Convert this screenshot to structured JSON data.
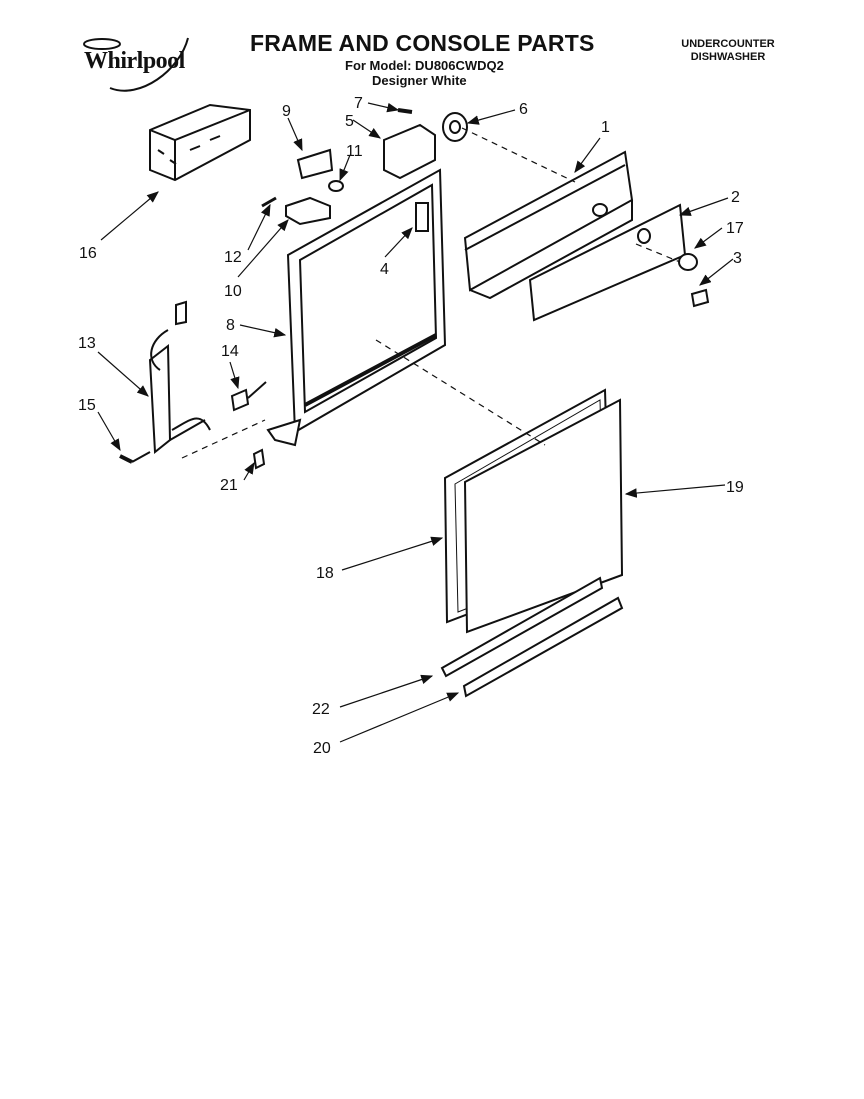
{
  "brand": {
    "name": "Whirlpool"
  },
  "header": {
    "title": "FRAME AND CONSOLE PARTS",
    "model_line": "For Model: DU806CWDQ2",
    "color_line": "Designer White",
    "category_line1": "UNDERCOUNTER",
    "category_line2": "DISHWASHER"
  },
  "callouts": {
    "c1": "1",
    "c2": "2",
    "c3": "3",
    "c4": "4",
    "c5": "5",
    "c6": "6",
    "c7": "7",
    "c8": "8",
    "c9": "9",
    "c10": "10",
    "c11": "11",
    "c12": "12",
    "c13": "13",
    "c14": "14",
    "c15": "15",
    "c16": "16",
    "c17": "17",
    "c18": "18",
    "c19": "19",
    "c20": "20",
    "c21": "21",
    "c22": "22"
  }
}
